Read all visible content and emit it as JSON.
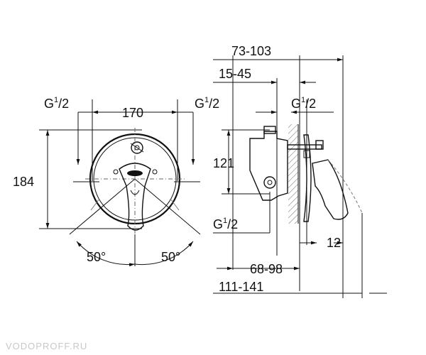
{
  "drawing": {
    "front_view": {
      "width_label": "170",
      "height_label": "184",
      "angle_left_label": "50°",
      "angle_right_label": "50°",
      "thread_top_left": {
        "main": "G",
        "sup": "1",
        "sub": "/2"
      },
      "thread_top_right": {
        "main": "G",
        "sup": "1",
        "sub": "/2"
      }
    },
    "side_view": {
      "depth_total_label": "73-103",
      "depth_inner_label": "15-45",
      "thread_top": {
        "main": "G",
        "sup": "1",
        "sub": "/2"
      },
      "height_label": "121",
      "thread_bottom": {
        "main": "G",
        "sup": "1",
        "sub": "/2"
      },
      "handle_label": "12",
      "bottom_dim_1": "68-98",
      "bottom_dim_2": "111-141"
    },
    "watermark": "VODOPROFF.RU"
  }
}
